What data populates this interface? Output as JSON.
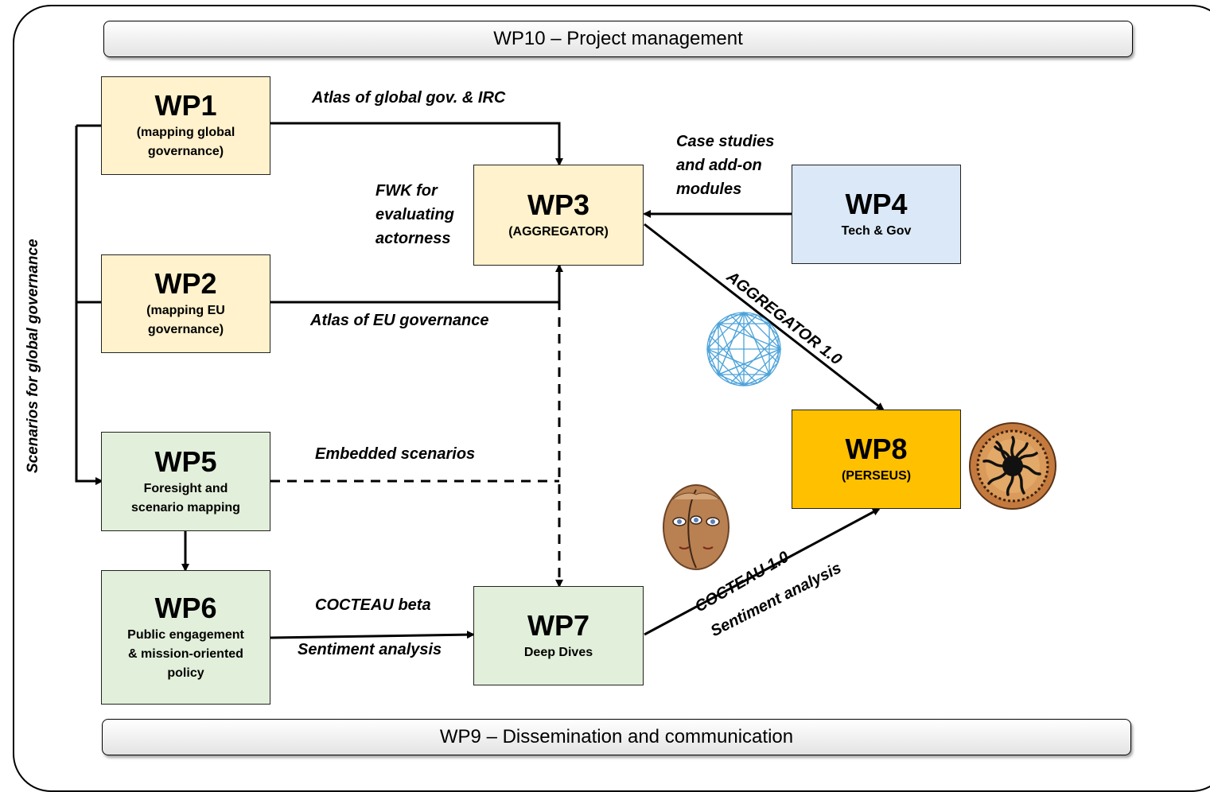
{
  "header_bar": {
    "label": "WP10 – Project management"
  },
  "footer_bar": {
    "label": "WP9 – Dissemination and communication"
  },
  "side_label": "Scenarios for global governance",
  "work_packages": {
    "wp1": {
      "title": "WP1",
      "subtitle_lines": [
        "(mapping global",
        "governance)"
      ],
      "color": "#FFF2CC"
    },
    "wp2": {
      "title": "WP2",
      "subtitle_lines": [
        "(mapping EU",
        "governance)"
      ],
      "color": "#FFF2CC"
    },
    "wp3": {
      "title": "WP3",
      "subtitle_lines": [
        "(AGGREGATOR)"
      ],
      "color": "#FFF2CC"
    },
    "wp4": {
      "title": "WP4",
      "subtitle_lines": [
        "Tech & Gov"
      ],
      "color": "#DAE8F7"
    },
    "wp5": {
      "title": "WP5",
      "subtitle_lines": [
        "Foresight and",
        "scenario mapping"
      ],
      "color": "#E2EFDA"
    },
    "wp6": {
      "title": "WP6",
      "subtitle_lines": [
        "Public engagement",
        "& mission-oriented",
        "policy"
      ],
      "color": "#E2EFDA"
    },
    "wp7": {
      "title": "WP7",
      "subtitle_lines": [
        "Deep Dives"
      ],
      "color": "#E2EFDA"
    },
    "wp8": {
      "title": "WP8",
      "subtitle_lines": [
        "(PERSEUS)"
      ],
      "color": "#FFC000"
    }
  },
  "flow_labels": {
    "atlas_global": "Atlas of global gov. & IRC",
    "atlas_eu": "Atlas of EU governance",
    "fwk_lines": [
      "FWK for",
      "evaluating",
      "actorness"
    ],
    "case_studies_lines": [
      "Case studies",
      "and add-on",
      "modules"
    ],
    "aggregator": "AGGREGATOR 1.0",
    "embedded": "Embedded scenarios",
    "cocteau_beta": "COCTEAU beta",
    "sentiment_left": "Sentiment analysis",
    "cocteau_10": "COCTEAU 1.0",
    "sentiment_right": "Sentiment analysis"
  },
  "icons": [
    "network-sphere-icon",
    "twin-faces-icon",
    "perseus-medusa-icon"
  ]
}
